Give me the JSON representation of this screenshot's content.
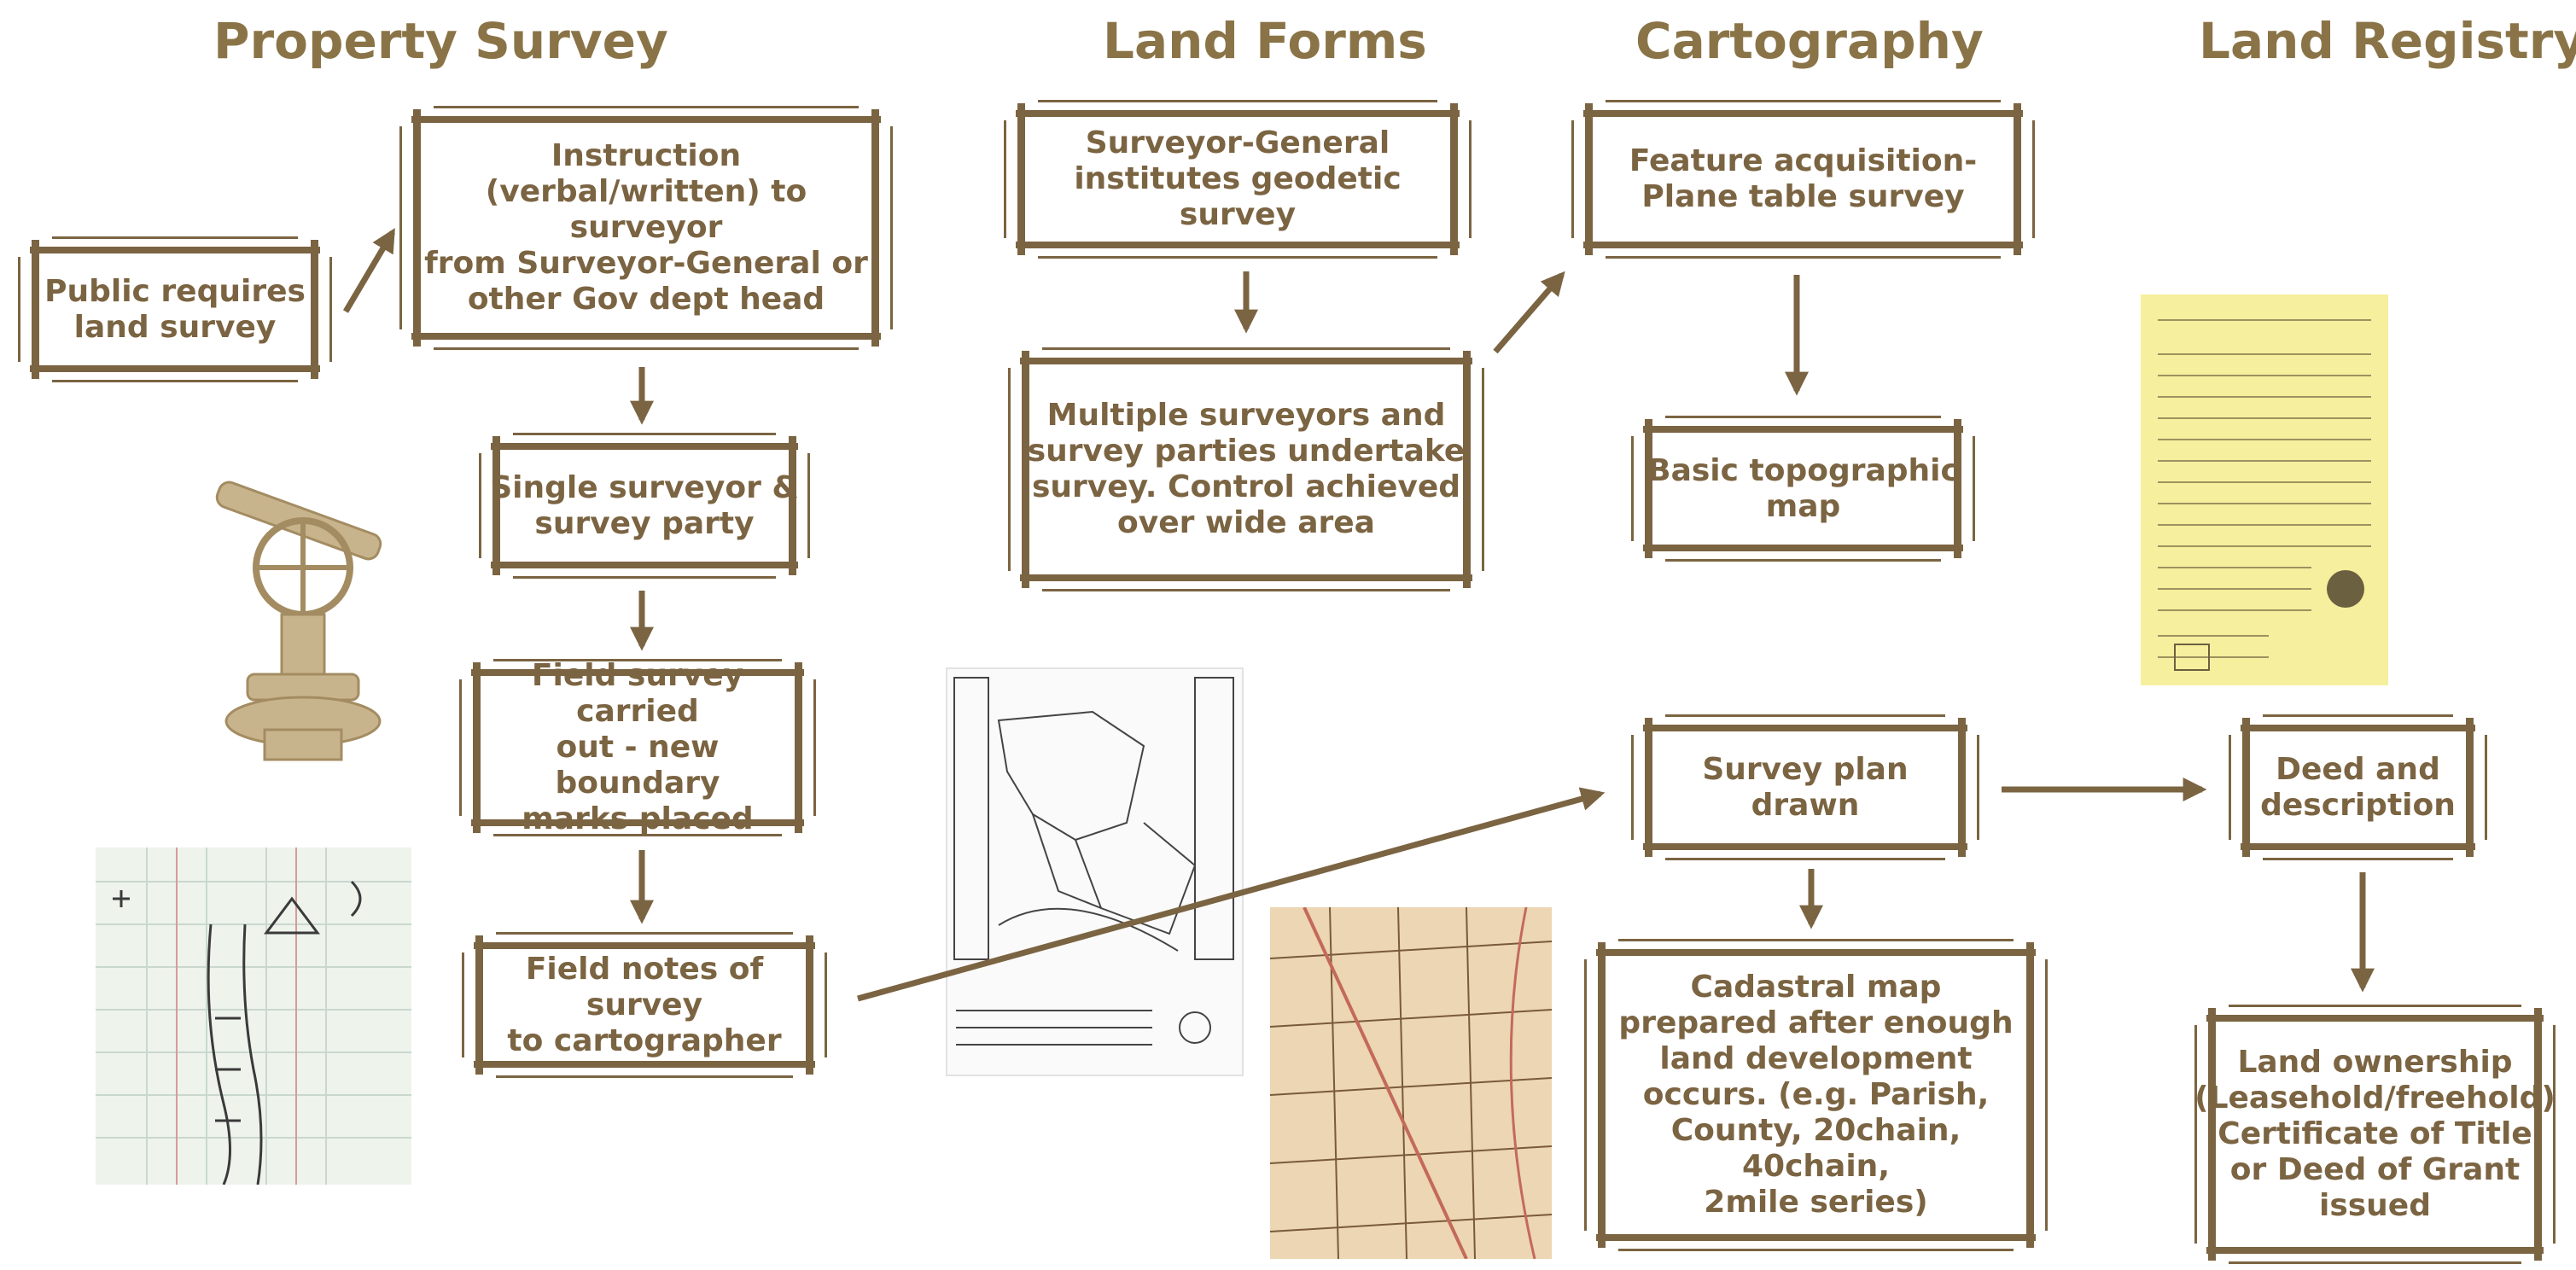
{
  "headers": {
    "property_survey": "Property Survey",
    "land_forms": "Land Forms",
    "cartography": "Cartography",
    "land_registry": "Land Registry"
  },
  "nodes": {
    "public_requires": "Public requires\nland survey",
    "instruction": "Instruction\n(verbal/written) to surveyor\nfrom Surveyor-General or\nother Gov dept head",
    "single_surveyor": "Single surveyor &\nsurvey party",
    "field_survey": "Field survey carried\nout - new boundary\nmarks placed",
    "field_notes": "Field notes of survey\nto cartographer",
    "surveyor_general": "Surveyor-General\ninstitutes geodetic survey",
    "multiple_surveyors": "Multiple surveyors and\nsurvey parties undertake\nsurvey.  Control achieved\nover wide area",
    "feature_acquisition": "Feature acquisition-\nPlane table survey",
    "basic_topographic": "Basic topographic\nmap",
    "survey_plan": "Survey plan\ndrawn",
    "cadastral_map": "Cadastral map\nprepared after enough\nland development\noccurs. (e.g. Parish,\nCounty, 20chain, 40chain,\n2mile series)",
    "deed_description": "Deed and\ndescription",
    "land_ownership": "Land ownership\n(Leasehold/freehold)\nCertificate of Title\nor Deed of Grant\nissued"
  },
  "colors": {
    "frame": "#7b6442",
    "text": "#7b6442",
    "header": "#8a7447"
  }
}
